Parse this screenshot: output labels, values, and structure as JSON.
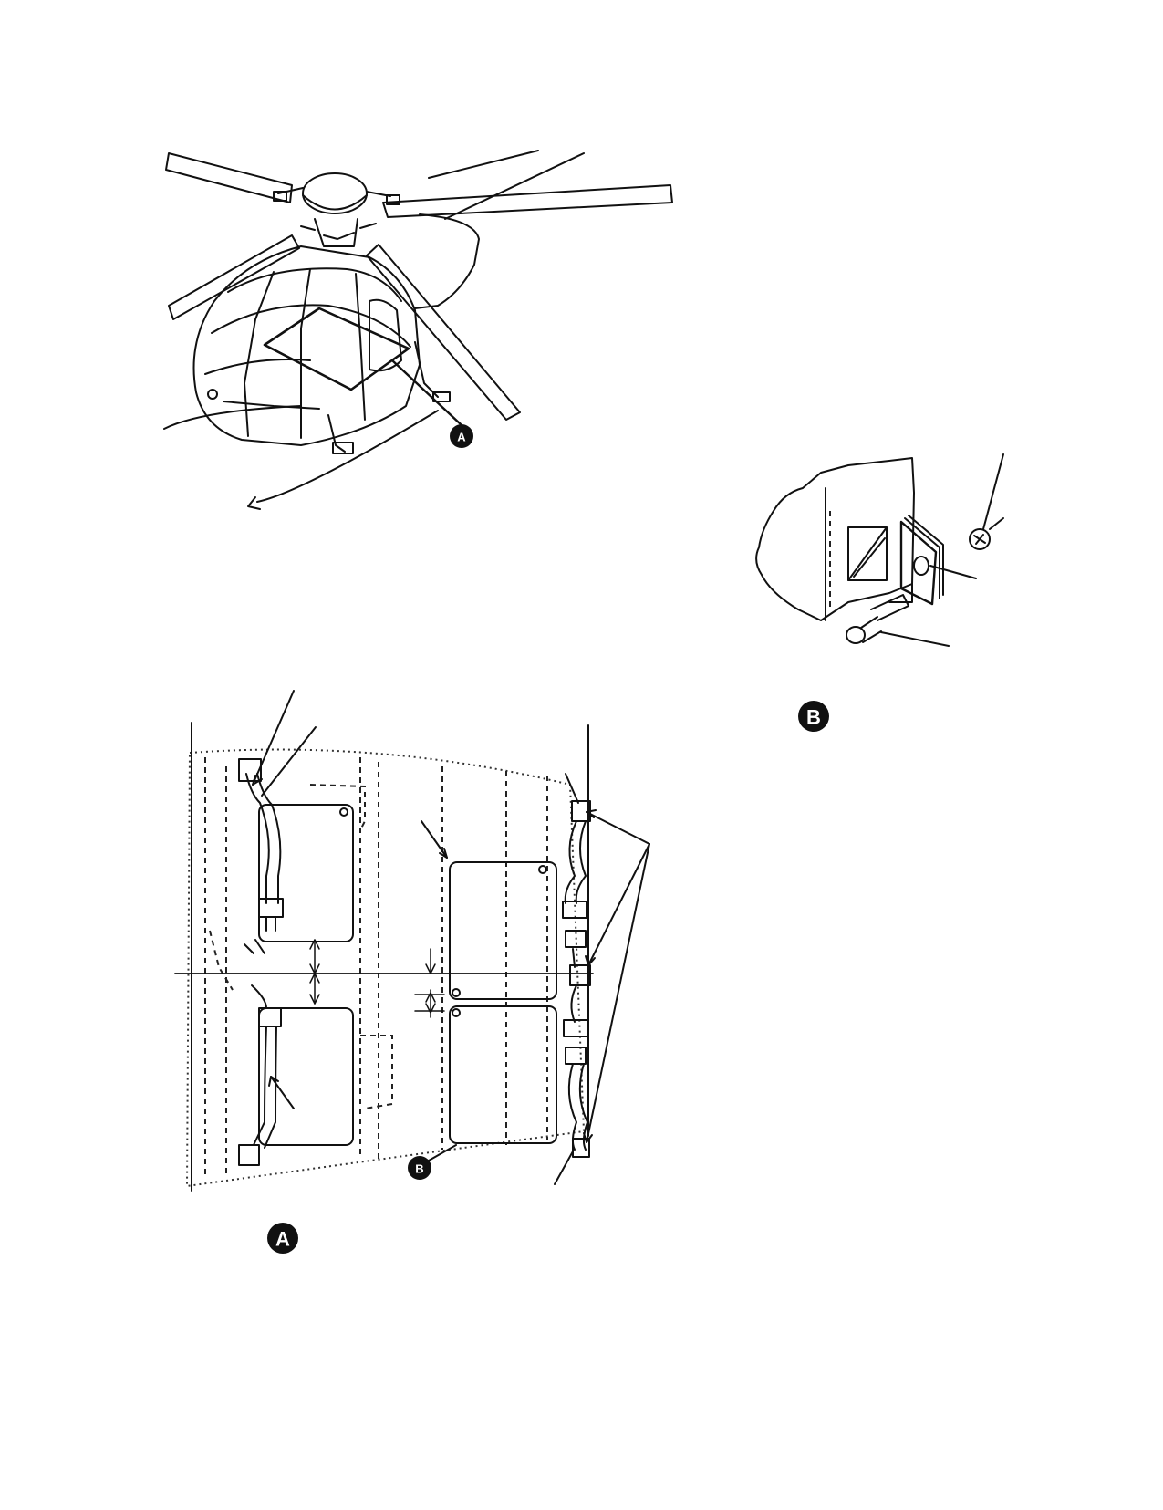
{
  "figure": {
    "callouts": {
      "detail_a_pointer": "A",
      "detail_a_title": "A",
      "detail_b_pointer": "B",
      "detail_b_title": "B"
    },
    "icons": [
      "helicopter-illustration",
      "seat-panel-detail",
      "fastener-detail"
    ],
    "colors": {
      "ink": "#111111",
      "paper": "#ffffff"
    }
  }
}
